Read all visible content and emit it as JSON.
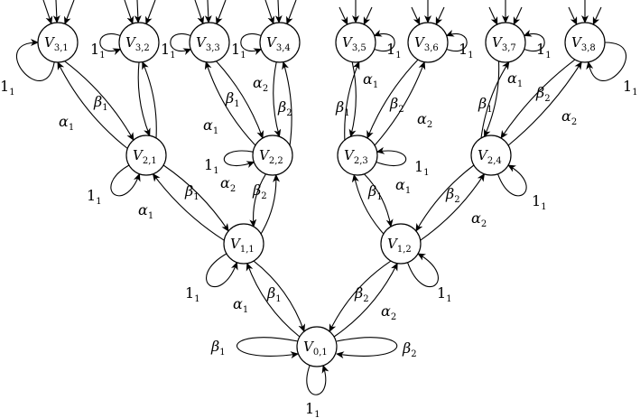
{
  "diagram": {
    "nodes": [
      {
        "id": "v01",
        "base": "V",
        "sub": "0,1"
      },
      {
        "id": "v11",
        "base": "V",
        "sub": "1,1"
      },
      {
        "id": "v12",
        "base": "V",
        "sub": "1,2"
      },
      {
        "id": "v21",
        "base": "V",
        "sub": "2,1"
      },
      {
        "id": "v22",
        "base": "V",
        "sub": "2,2"
      },
      {
        "id": "v23",
        "base": "V",
        "sub": "2,3"
      },
      {
        "id": "v24",
        "base": "V",
        "sub": "2,4"
      },
      {
        "id": "v31",
        "base": "V",
        "sub": "3,1"
      },
      {
        "id": "v32",
        "base": "V",
        "sub": "3,2"
      },
      {
        "id": "v33",
        "base": "V",
        "sub": "3,3"
      },
      {
        "id": "v34",
        "base": "V",
        "sub": "3,4"
      },
      {
        "id": "v35",
        "base": "V",
        "sub": "3,5"
      },
      {
        "id": "v36",
        "base": "V",
        "sub": "3,6"
      },
      {
        "id": "v37",
        "base": "V",
        "sub": "3,7"
      },
      {
        "id": "v38",
        "base": "V",
        "sub": "3,8"
      }
    ],
    "labels": [
      {
        "id": "l01a",
        "base": "β",
        "sub": "1"
      },
      {
        "id": "l01b",
        "base": "β",
        "sub": "2"
      },
      {
        "id": "l01c",
        "base": "1",
        "sub": "1"
      },
      {
        "id": "l11a",
        "base": "α",
        "sub": "1"
      },
      {
        "id": "l11b",
        "base": "β",
        "sub": "1"
      },
      {
        "id": "l11c",
        "base": "1",
        "sub": "1"
      },
      {
        "id": "l12a",
        "base": "β",
        "sub": "2"
      },
      {
        "id": "l12b",
        "base": "α",
        "sub": "2"
      },
      {
        "id": "l12c",
        "base": "1",
        "sub": "1"
      },
      {
        "id": "l21a",
        "base": "α",
        "sub": "1"
      },
      {
        "id": "l21b",
        "base": "β",
        "sub": "1"
      },
      {
        "id": "l21c",
        "base": "1",
        "sub": "1"
      },
      {
        "id": "l21d",
        "base": "α",
        "sub": "1"
      },
      {
        "id": "l21e",
        "base": "β",
        "sub": "1"
      },
      {
        "id": "l22a",
        "base": "α",
        "sub": "2"
      },
      {
        "id": "l22b",
        "base": "β",
        "sub": "2"
      },
      {
        "id": "l22c",
        "base": "1",
        "sub": "1"
      },
      {
        "id": "l22d",
        "base": "α",
        "sub": "1"
      },
      {
        "id": "l22e",
        "base": "β",
        "sub": "1"
      },
      {
        "id": "l22f",
        "base": "α",
        "sub": "2"
      },
      {
        "id": "l22g",
        "base": "β",
        "sub": "2"
      },
      {
        "id": "l23a",
        "base": "β",
        "sub": "1"
      },
      {
        "id": "l23b",
        "base": "α",
        "sub": "1"
      },
      {
        "id": "l23c",
        "base": "1",
        "sub": "1"
      },
      {
        "id": "l23d",
        "base": "α",
        "sub": "1"
      },
      {
        "id": "l23e",
        "base": "β",
        "sub": "1"
      },
      {
        "id": "l23f",
        "base": "β",
        "sub": "2"
      },
      {
        "id": "l23g",
        "base": "α",
        "sub": "2"
      },
      {
        "id": "l24a",
        "base": "β",
        "sub": "2"
      },
      {
        "id": "l24b",
        "base": "α",
        "sub": "2"
      },
      {
        "id": "l24c",
        "base": "1",
        "sub": "1"
      },
      {
        "id": "l24d",
        "base": "α",
        "sub": "1"
      },
      {
        "id": "l24e",
        "base": "β",
        "sub": "1"
      },
      {
        "id": "l24f",
        "base": "β",
        "sub": "2"
      },
      {
        "id": "l24g",
        "base": "α",
        "sub": "2"
      },
      {
        "id": "l31",
        "base": "1",
        "sub": "1"
      },
      {
        "id": "l32",
        "base": "1",
        "sub": "1"
      },
      {
        "id": "l33",
        "base": "1",
        "sub": "1"
      },
      {
        "id": "l34",
        "base": "1",
        "sub": "1"
      },
      {
        "id": "l35",
        "base": "1",
        "sub": "1"
      },
      {
        "id": "l36",
        "base": "1",
        "sub": "1"
      },
      {
        "id": "l37",
        "base": "1",
        "sub": "1"
      },
      {
        "id": "l38",
        "base": "1",
        "sub": "1"
      }
    ]
  }
}
